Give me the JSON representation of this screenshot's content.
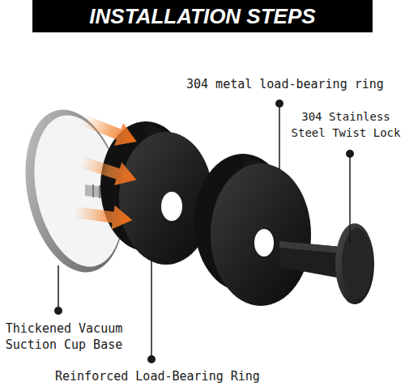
{
  "diagram": {
    "title": "INSTALLATION STEPS",
    "labels": [
      "304 metal load-bearing ring",
      "304 Stainless Steel Twist Lock",
      "Thickened Vacuum Suction Cup Base",
      "Reinforced Load-Bearing Ring"
    ]
  }
}
